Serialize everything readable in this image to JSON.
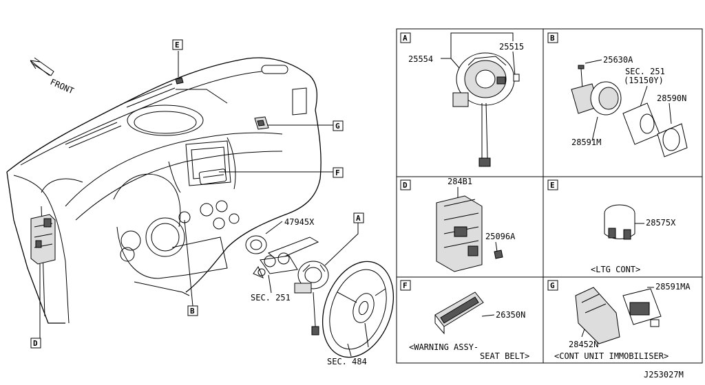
{
  "diagram": {
    "direction_label": "FRONT",
    "diagram_code": "J253027M",
    "main_callouts": {
      "E": "E",
      "G": "G",
      "F": "F",
      "A": "A",
      "B": "B",
      "D": "D",
      "part_47945X": "47945X",
      "sec251": "SEC. 251",
      "sec484": "SEC. 484"
    },
    "panels": {
      "A": {
        "tag": "A",
        "parts": [
          "25554",
          "25515"
        ]
      },
      "B": {
        "tag": "B",
        "parts": [
          "25630A",
          "SEC. 251",
          "(15150Y)",
          "28590N",
          "28591M"
        ]
      },
      "D": {
        "tag": "D",
        "parts": [
          "284B1",
          "25096A"
        ]
      },
      "E": {
        "tag": "E",
        "parts": [
          "28575X"
        ],
        "caption": "<LTG CONT>"
      },
      "F": {
        "tag": "F",
        "parts": [
          "26350N"
        ],
        "caption_1": "<WARNING ASSY-",
        "caption_2": "SEAT BELT>"
      },
      "G": {
        "tag": "G",
        "parts": [
          "28591MA",
          "28452N"
        ],
        "caption": "<CONT UNIT IMMOBILISER>"
      }
    }
  }
}
